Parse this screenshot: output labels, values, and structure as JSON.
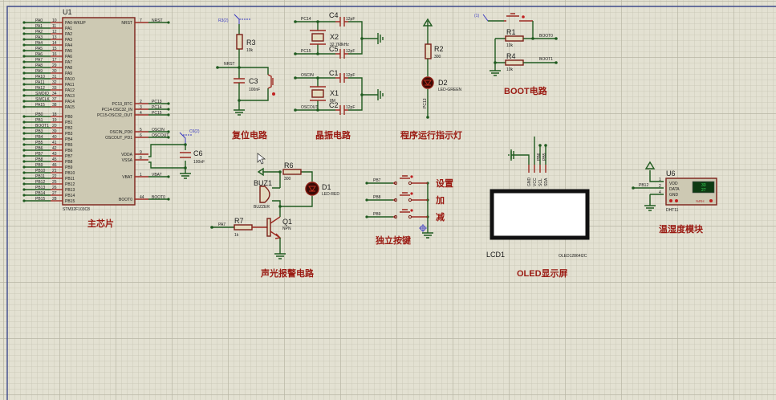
{
  "mcu": {
    "ref": "U1",
    "part": "STM32F103C8",
    "title": "主芯片",
    "left_pins": [
      {
        "net": "PA0",
        "num": "10",
        "name": "PA0-WKUP"
      },
      {
        "net": "PA1",
        "num": "11",
        "name": "PA1"
      },
      {
        "net": "PA2",
        "num": "12",
        "name": "PA2"
      },
      {
        "net": "PA3",
        "num": "13",
        "name": "PA3"
      },
      {
        "net": "PA4",
        "num": "14",
        "name": "PA4"
      },
      {
        "net": "PA5",
        "num": "15",
        "name": "PA5"
      },
      {
        "net": "PA6",
        "num": "16",
        "name": "PA6"
      },
      {
        "net": "PA7",
        "num": "17",
        "name": "PA7"
      },
      {
        "net": "PA8",
        "num": "29",
        "name": "PA8"
      },
      {
        "net": "PA9",
        "num": "30",
        "name": "PA9"
      },
      {
        "net": "PA10",
        "num": "31",
        "name": "PA10"
      },
      {
        "net": "PA11",
        "num": "32",
        "name": "PA11"
      },
      {
        "net": "PA12",
        "num": "33",
        "name": "PA12"
      },
      {
        "net": "SWDIO",
        "num": "34",
        "name": "PA13"
      },
      {
        "net": "SWCLK",
        "num": "37",
        "name": "PA14"
      },
      {
        "net": "PA15",
        "num": "38",
        "name": "PA15"
      },
      {
        "net": "PB0",
        "num": "18",
        "name": "PB0"
      },
      {
        "net": "PB1",
        "num": "19",
        "name": "PB1"
      },
      {
        "net": "BOOT1",
        "num": "20",
        "name": "PB2"
      },
      {
        "net": "PB3",
        "num": "39",
        "name": "PB3"
      },
      {
        "net": "PB4",
        "num": "40",
        "name": "PB4"
      },
      {
        "net": "PB5",
        "num": "41",
        "name": "PB5"
      },
      {
        "net": "PB6",
        "num": "42",
        "name": "PB6"
      },
      {
        "net": "PB7",
        "num": "43",
        "name": "PB7"
      },
      {
        "net": "PB8",
        "num": "45",
        "name": "PB8"
      },
      {
        "net": "PB9",
        "num": "46",
        "name": "PB9"
      },
      {
        "net": "PB10",
        "num": "21",
        "name": "PB10"
      },
      {
        "net": "PB11",
        "num": "22",
        "name": "PB11"
      },
      {
        "net": "PB12",
        "num": "25",
        "name": "PB12"
      },
      {
        "net": "PB13",
        "num": "26",
        "name": "PB13"
      },
      {
        "net": "PB14",
        "num": "27",
        "name": "PB14"
      },
      {
        "net": "PB15",
        "num": "28",
        "name": "PB15"
      }
    ],
    "right_pins": [
      {
        "net": "NRST",
        "num": "7",
        "name": "NRST"
      },
      {
        "net": "PC13",
        "num": "2",
        "name": "PC13_RTC"
      },
      {
        "net": "PC14",
        "num": "3",
        "name": "PC14-OSC32_IN"
      },
      {
        "net": "PC15",
        "num": "4",
        "name": "PC15-OSC32_OUT"
      },
      {
        "net": "OSCIN",
        "num": "5",
        "name": "OSCIN_PD0"
      },
      {
        "net": "OSCOUT",
        "num": "6",
        "name": "OSCOUT_PD1"
      },
      {
        "net": "",
        "num": "9",
        "name": "VDDA"
      },
      {
        "net": "",
        "num": "8",
        "name": "VSSA"
      },
      {
        "net": "VBAT",
        "num": "1",
        "name": "VBAT"
      },
      {
        "net": "BOOT0",
        "num": "44",
        "name": "BOOT0"
      }
    ],
    "c6": {
      "ref": "C6",
      "value": "100nF",
      "probe": "C6(2)"
    }
  },
  "reset": {
    "title": "复位电路",
    "probe": "R3(2)",
    "r3": {
      "ref": "R3",
      "value": "10k"
    },
    "c3": {
      "ref": "C3",
      "value": "100nF"
    },
    "net": "NRST"
  },
  "crystal": {
    "title": "晶振电路",
    "x2": {
      "ref": "X2",
      "value": "32.768kHz"
    },
    "x1": {
      "ref": "X1",
      "value": "8M"
    },
    "c4": {
      "ref": "C4",
      "value": "12pF"
    },
    "c5": {
      "ref": "C5",
      "value": "12pF"
    },
    "c1": {
      "ref": "C1",
      "value": "12pF"
    },
    "c2": {
      "ref": "C2",
      "value": "12pF"
    },
    "nets": {
      "pc14": "PC14",
      "pc15": "PC15",
      "oscin": "OSCIN",
      "oscout": "OSCOUT"
    }
  },
  "run_led": {
    "title": "程序运行指示灯",
    "r2": {
      "ref": "R2",
      "value": "300"
    },
    "d2": {
      "ref": "D2",
      "value": "LED-GREEN"
    },
    "net": "PC13"
  },
  "boot": {
    "title": "BOOT电路",
    "probe": "(1)",
    "r1": {
      "ref": "R1",
      "value": "10k"
    },
    "r4": {
      "ref": "R4",
      "value": "10k"
    },
    "nets": {
      "boot0": "BOOT0",
      "boot1": "BOOT1"
    }
  },
  "alarm": {
    "title": "声光报警电路",
    "r6": {
      "ref": "R6",
      "value": "300"
    },
    "d1": {
      "ref": "D1",
      "value": "LED-RED"
    },
    "buz": {
      "ref": "BUZ1",
      "value": "BUZZER"
    },
    "q1": {
      "ref": "Q1",
      "value": "NPN"
    },
    "r7": {
      "ref": "R7",
      "value": "1k"
    },
    "net": "PA7"
  },
  "keys": {
    "title": "独立按键",
    "items": [
      {
        "net": "PB7",
        "label": "设置"
      },
      {
        "net": "PB8",
        "label": "加"
      },
      {
        "net": "PB9",
        "label": "减"
      }
    ]
  },
  "oled": {
    "title": "OLED显示屏",
    "ref": "LCD1",
    "part": "OLED12864I2C",
    "pins": [
      "GND",
      "VCC",
      "SCL",
      "SDA"
    ],
    "nets": [
      "PB6",
      "PB5"
    ]
  },
  "dht": {
    "title": "温湿度模块",
    "ref": "U6",
    "part": "DHT11",
    "net": "PB12",
    "pins": [
      {
        "num": "1",
        "name": "VDD"
      },
      {
        "num": "2",
        "name": "DATA"
      },
      {
        "num": "4",
        "name": "GND"
      }
    ],
    "readout": [
      "33",
      "27"
    ],
    "unit": "%RH"
  }
}
